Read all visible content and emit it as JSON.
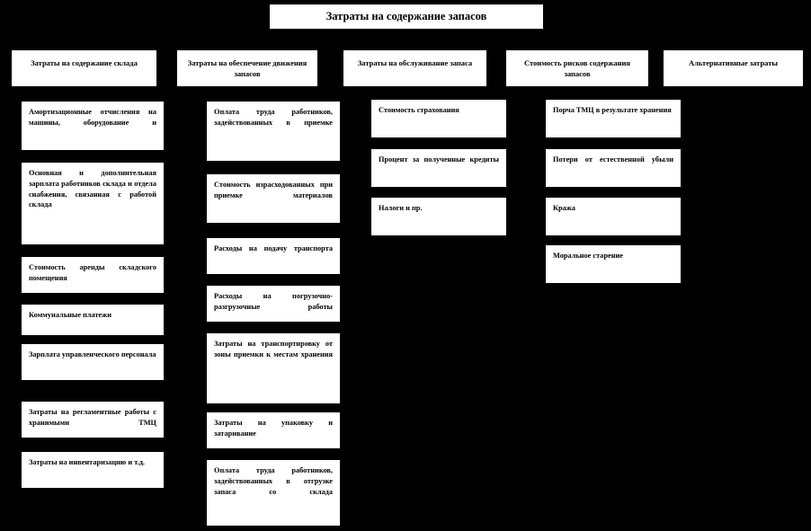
{
  "diagram": {
    "title": "Затраты на содержание запасов",
    "root": {
      "label": "Затраты на содержание запасов"
    },
    "categories": [
      {
        "id": "warehouse",
        "label": "Затраты на содержание склада"
      },
      {
        "id": "movement",
        "label": "Затраты на обеспечение движения запасов"
      },
      {
        "id": "service",
        "label": "Затраты на обслуживание запаса"
      },
      {
        "id": "risks",
        "label": "Стоимость рисков содержания запасов"
      },
      {
        "id": "alternative",
        "label": "Альтернативные затраты"
      }
    ],
    "columns": [
      {
        "id": "warehouse",
        "items": [
          {
            "label": "Амортизационные отчисления на машины, оборудование и"
          },
          {
            "label": "Основная и дополнительная зарплата работников склада и отдела снабжения, связанная с работой склада"
          },
          {
            "label": "Стоимость аренды складского помещения"
          },
          {
            "label": "Коммунальные платежи"
          },
          {
            "label": "Зарплата управленческого персонала"
          },
          {
            "label": "Затраты на регламентные работы с хранимыми ТМЦ"
          },
          {
            "label": "Затраты на инвентаризацию и т.д."
          }
        ]
      },
      {
        "id": "movement",
        "items": [
          {
            "label": "Оплата труда работников, задействованных в приемке"
          },
          {
            "label": "Стоимость израсходованных при приемке материалов"
          },
          {
            "label": "Расходы на подачу транспорта"
          },
          {
            "label": "Расходы на погрузочно-разгрузочные работы"
          },
          {
            "label": "Затраты на транспортировку от зоны приемки к местам хранения"
          },
          {
            "label": "Затраты на упаковку и затаривание"
          },
          {
            "label": "Оплата труда работников, задействованных в отгрузке запаса со склада"
          }
        ]
      },
      {
        "id": "service",
        "items": [
          {
            "label": "Стоимость страхования"
          },
          {
            "label": "Процент за полученные кредиты"
          },
          {
            "label": "Налоги и пр."
          }
        ]
      },
      {
        "id": "risks",
        "items": [
          {
            "label": "Порча ТМЦ в результате хранения"
          },
          {
            "label": "Потери от естественной убыли"
          },
          {
            "label": "Кража"
          },
          {
            "label": "Моральное старение"
          }
        ]
      },
      {
        "id": "alternative",
        "items": []
      }
    ],
    "colors": {
      "background": "#000000",
      "node_fill": "#ffffff",
      "node_border": "#000000",
      "text": "#000000"
    }
  }
}
